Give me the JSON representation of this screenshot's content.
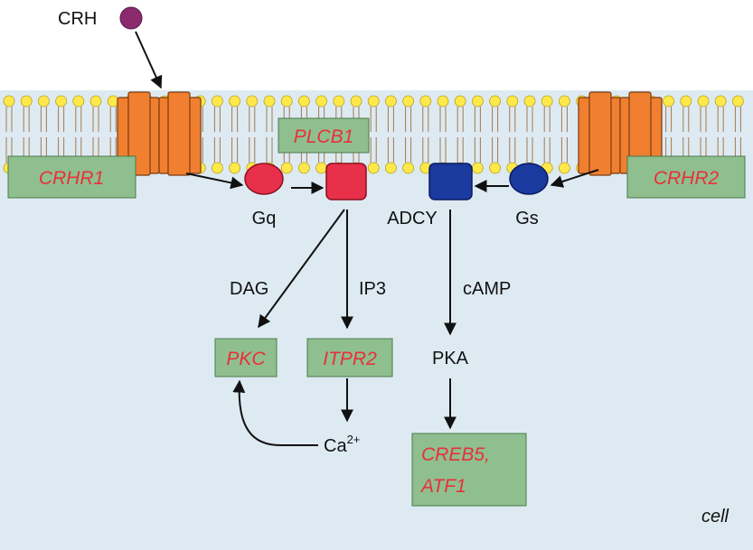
{
  "ligand": {
    "name": "CRH"
  },
  "receptors": {
    "left": "CRHR1",
    "right": "CRHR2"
  },
  "enzymes": {
    "plc": "PLCB1",
    "adcy": "ADCY"
  },
  "g_proteins": {
    "gq": "Gq",
    "gs": "Gs"
  },
  "messengers": {
    "dag": "DAG",
    "ip3": "IP3",
    "camp": "cAMP",
    "calcium": "Ca",
    "calcium_charge": "2+"
  },
  "effectors": {
    "pkc": "PKC",
    "itpr2": "ITPR2",
    "pka": "PKA",
    "creb_line1": "CREB5,",
    "creb_line2": "ATF1"
  },
  "compartment": {
    "cell_label": "cell"
  },
  "colors": {
    "cytoplasm": "#deeaf2",
    "gene_box_fill": "#8fbf8f",
    "gene_text": "#e8303a",
    "receptor": "#f08030",
    "gq_pathway": "#e8304a",
    "gs_pathway": "#1a3aa0",
    "lipid_head": "#ffe94a",
    "ligand": "#8b2a6e"
  }
}
